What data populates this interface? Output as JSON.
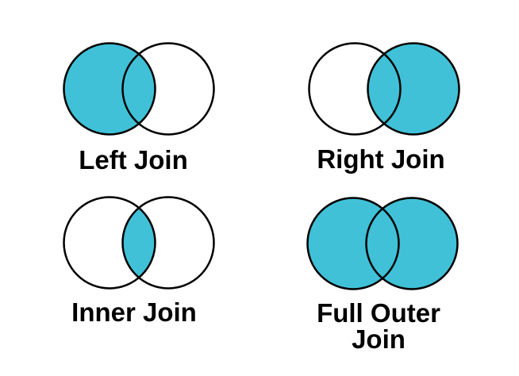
{
  "page": {
    "background": "#ffffff",
    "text_color": "#000000"
  },
  "colors": {
    "accent": "#40C1D7",
    "outline": "#000000",
    "empty": "none"
  },
  "diagrams": [
    {
      "id": "left-join",
      "label": "Left Join",
      "left_fill": "#40C1D7",
      "right_fill": "none",
      "overlap_fill": "#40C1D7"
    },
    {
      "id": "right-join",
      "label": "Right Join",
      "left_fill": "none",
      "right_fill": "#40C1D7",
      "overlap_fill": "#40C1D7"
    },
    {
      "id": "inner-join",
      "label": "Inner Join",
      "left_fill": "none",
      "right_fill": "none",
      "overlap_fill": "#40C1D7"
    },
    {
      "id": "full-outer-join",
      "label": "Full Outer Join",
      "label_line1": "Full Outer",
      "label_line2": "Join",
      "left_fill": "#40C1D7",
      "right_fill": "#40C1D7",
      "overlap_fill": "#40C1D7"
    }
  ]
}
